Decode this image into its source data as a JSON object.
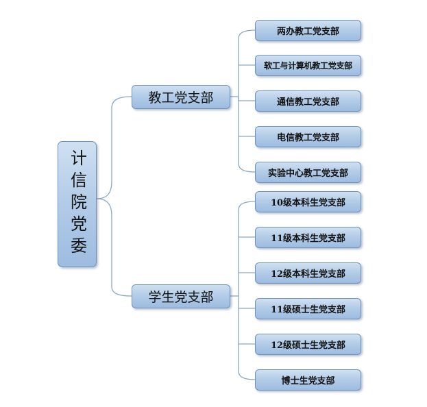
{
  "root": {
    "label": "计信院党委"
  },
  "branches": [
    {
      "label": "教工党支部",
      "children": [
        "两办教工党支部",
        "软工与计算机教工党支部",
        "通信教工党支部",
        "电信教工党支部",
        "实验中心教工党支部"
      ]
    },
    {
      "label": "学生党支部",
      "children": [
        "10级本科生党支部",
        "11级本科生党支部",
        "12级本科生党支部",
        "11级硕士生党支部",
        "12级硕士生党支部",
        "博士生党支部"
      ]
    }
  ],
  "colors": {
    "node_fill_top": "#cfe0f1",
    "node_fill_bottom": "#9dbce0",
    "node_border": "#6f93bd",
    "connector": "#8aa6c4"
  }
}
